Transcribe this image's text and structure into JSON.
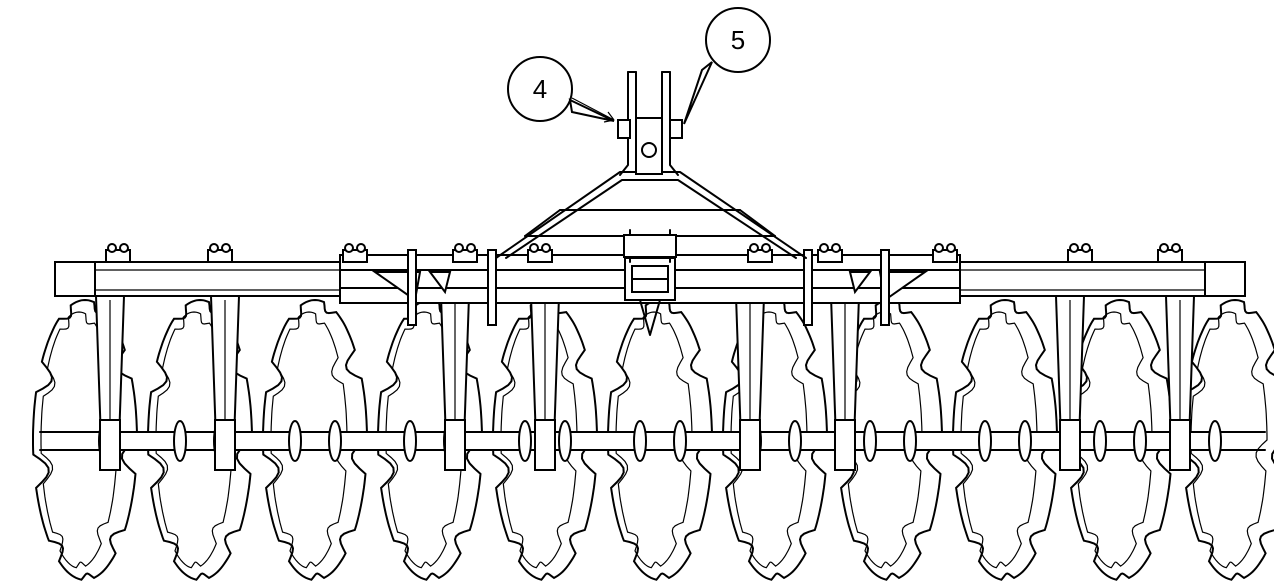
{
  "callouts": [
    {
      "id": "4",
      "label": "4"
    },
    {
      "id": "5",
      "label": "5"
    }
  ],
  "drawing": {
    "subject": "disc-harrow-rear-view",
    "disc_count": 11
  },
  "colors": {
    "line": "#000000",
    "background": "#ffffff"
  }
}
